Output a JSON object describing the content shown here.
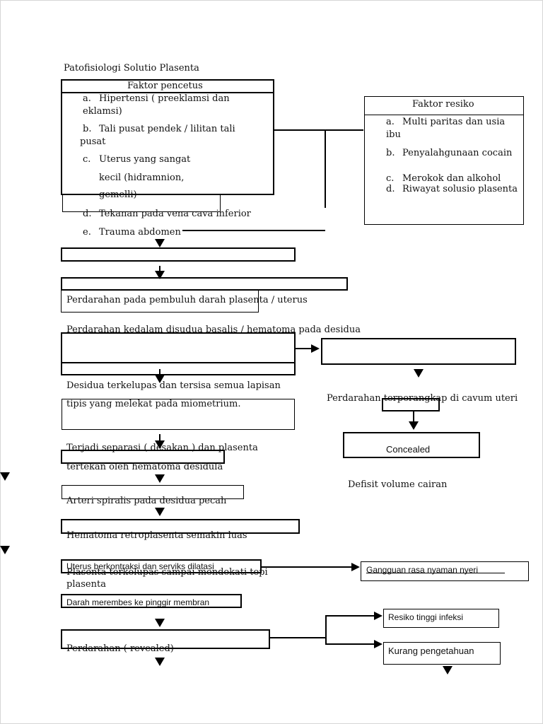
{
  "title": "Patofisiologi Solutio Plasenta",
  "faktor_pencetus": {
    "header": "Faktor pencetus",
    "items": [
      {
        "marker": "a.",
        "lines": [
          "Hipertensi ( preeklamsi dan",
          "eklamsi)"
        ]
      },
      {
        "marker": "b.",
        "lines": [
          "Tali pusat pendek / lilitan tali",
          "pusat"
        ]
      },
      {
        "marker": "c.",
        "lines": [
          "Uterus yang sangat",
          "kecil (hidramnion,",
          "gemelli)"
        ]
      },
      {
        "marker": "d.",
        "lines": [
          "Tekanan pada vena cava inferior"
        ]
      },
      {
        "marker": "e.",
        "lines": [
          "Trauma abdomen"
        ]
      }
    ]
  },
  "faktor_resiko": {
    "header": "Faktor resiko",
    "items": [
      {
        "marker": "a.",
        "lines": [
          "Multi paritas dan usia",
          "ibu"
        ]
      },
      {
        "marker": "b.",
        "lines": [
          "Penyalahgunaan cocain"
        ]
      },
      {
        "marker": "c.",
        "lines": [
          "Merokok dan alkohol"
        ]
      },
      {
        "marker": "d.",
        "lines": [
          "Riwayat solusio plasenta"
        ]
      }
    ]
  },
  "flow": {
    "perdarahan_pembuluh": "Perdarahan pada pembuluh darah plasenta / uterus",
    "perdarahan_desidua": "Perdarahan kedalam disudua basalis / hematoma pada desidua",
    "desidua_lines": [
      "Desidua terkelupas dan tersisa semua lapisan",
      "tipis yang melekat pada miometrium."
    ],
    "separasi_lines": [
      "Terjadi separasi ( desakan ) dan plasenta",
      "tertekan oleh hematoma desidula"
    ],
    "arteri": "Arteri spiralis pada desidua pecah",
    "hematoma_retro": "Hematoma retroplasenta semakin luas",
    "placenta_lines": [
      "Plasenta terkelupas sampai mendekati tepi",
      "plasenta"
    ],
    "uterus_kontraksi": "Uterus berkontraksi dan serviks dilatasi",
    "darah_merembes": "Darah merembes ke pinggir membran",
    "perdarahan_revealed": "Perdarahan ( revealed)"
  },
  "right_branch": {
    "terperangkap": "Perdarahan terperangkap di cavum uteri",
    "concealed": "Concealed",
    "defisit": "Defisit volume cairan",
    "gangguan": "Gangguan rasa nyaman nyeri",
    "resiko_infeksi": "Resiko tinggi infeksi",
    "kurang_pengetahuan": "Kurang pengetahuan"
  }
}
